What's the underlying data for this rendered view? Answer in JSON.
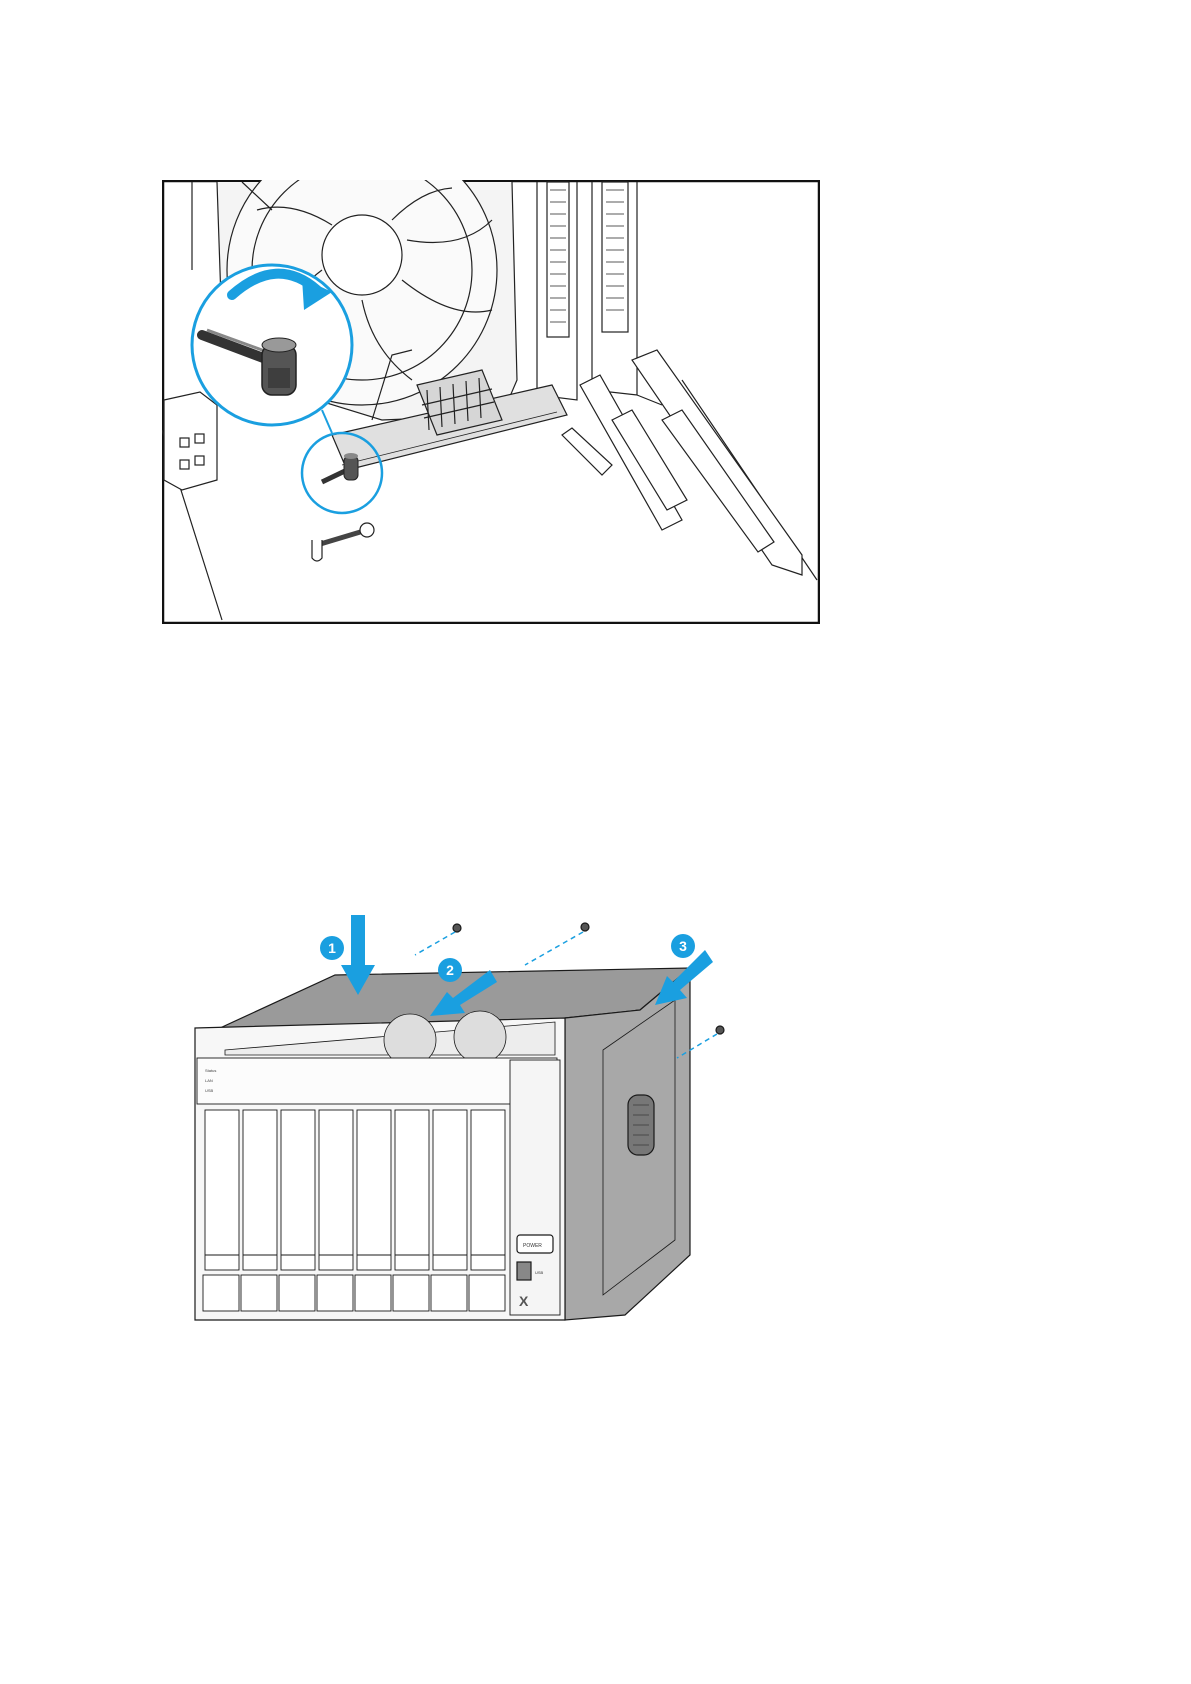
{
  "figures": [
    {
      "id": "m2-latch-figure"
    },
    {
      "id": "case-cover-figure",
      "steps": [
        "1",
        "2",
        "3"
      ],
      "front_panel": {
        "led_labels": [
          "Status",
          "LAN",
          "USB"
        ],
        "power_label": "POWER",
        "usb_label": "USB",
        "brand_mark": "X"
      }
    }
  ],
  "colors": {
    "accent_blue": "#1a9fe0",
    "line": "#1a1a1a",
    "panel_grey": "#9a9a9a"
  }
}
